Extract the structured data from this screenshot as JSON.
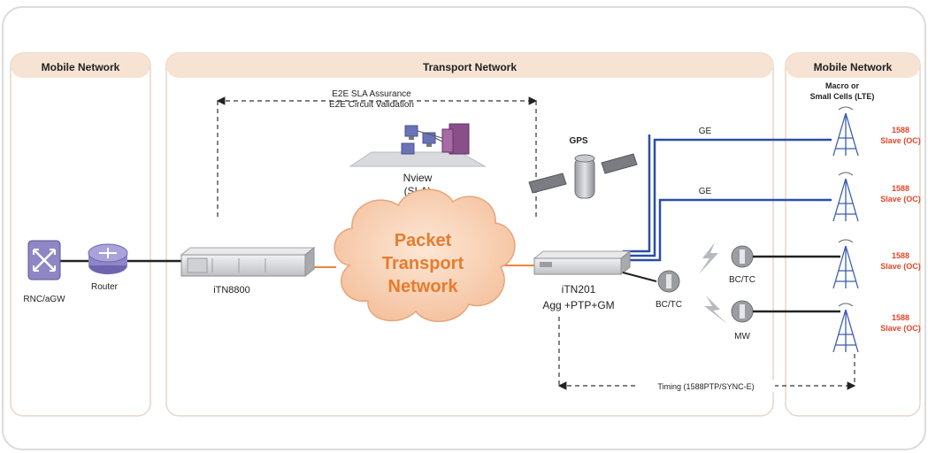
{
  "zones": {
    "left_title": "Mobile Network",
    "center_title": "Transport Network",
    "right_title": "Mobile Network"
  },
  "sla": {
    "line1": "E2E SLA Assurance",
    "line2": "E2E Circuit Validation"
  },
  "nview": {
    "line1": "Nview",
    "line2": "(SLA)"
  },
  "gps": {
    "label": "GPS"
  },
  "cloud": {
    "line1": "Packet",
    "line2": "Transport",
    "line3": "Network"
  },
  "devices": {
    "rnc": "RNC/aGW",
    "router": "Router",
    "itn8800": "iTN8800",
    "itn201_line1": "iTN201",
    "itn201_line2": "Agg +PTP+GM",
    "bctc_a": "BC/TC",
    "bctc_b": "BC/TC",
    "mw": "MW"
  },
  "links": {
    "ge1": "GE",
    "ge2": "GE"
  },
  "cells": {
    "header_line1": "Macro or",
    "header_line2": "Small Cells (LTE)",
    "slave_line1": "1588",
    "slave_line2": "Slave (OC)"
  },
  "timing": {
    "label": "Timing (1588PTP/SYNC-E)"
  },
  "colors": {
    "zone_header": "#f7e3d3",
    "zone_border": "#e6d6c8",
    "cloud_fill": "#f6caa8",
    "cloud_text": "#e87b2e",
    "link_blue": "#2b4da8",
    "slave_text": "#e0462a",
    "device_purple": "#8f86c6",
    "device_gray": "#d4d4d6"
  }
}
